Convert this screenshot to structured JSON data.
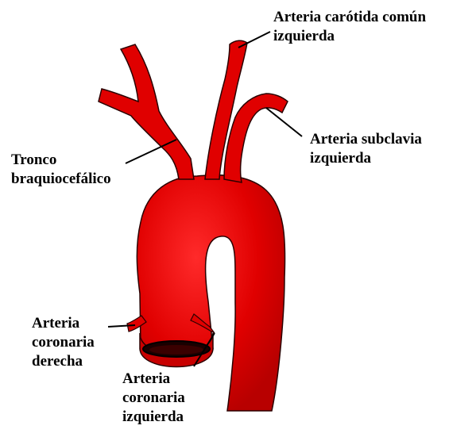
{
  "labels": {
    "carotida_comun_izquierda": [
      "Arteria carótida común",
      "izquierda"
    ],
    "subclavia_izquierda": [
      "Arteria subclavia",
      "izquierda"
    ],
    "tronco_braquiocefalico": [
      "Tronco",
      "braquiocefálico"
    ],
    "coronaria_derecha": [
      "Arteria",
      "coronaria",
      "derecha"
    ],
    "coronaria_izquierda": [
      "Arteria",
      "coronaria",
      "izquierda"
    ]
  },
  "colors": {
    "vessel_fill": "#e00000",
    "vessel_outline": "#2a0000",
    "vessel_highlight": "#ff3030",
    "leader_line": "#000000"
  }
}
